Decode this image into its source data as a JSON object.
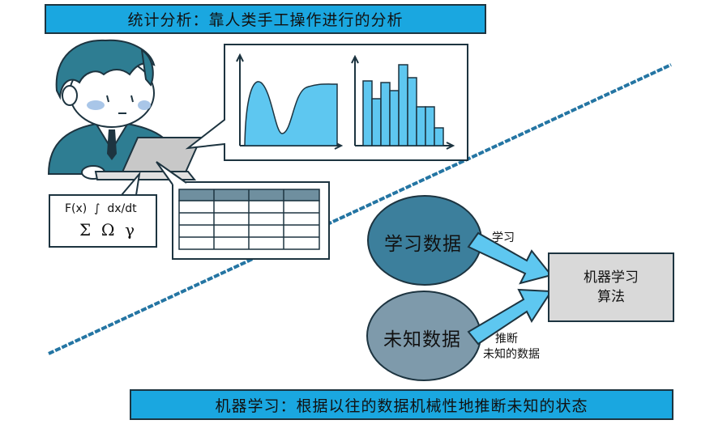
{
  "top_banner": "统计分析：靠人类手工操作进行的分析",
  "bottom_banner": "机器学习：根据以往的数据机械性地推断未知的状态",
  "formula": {
    "line1": "F(x)  ∫  dx/dt",
    "line2": "Σ  Ω  γ"
  },
  "learning_data": "学习数据",
  "unknown_data": "未知数据",
  "learn_label": "学习",
  "infer_label": {
    "line1": "推断",
    "line2": "未知的数据"
  },
  "algorithm": {
    "line1": "机器学习",
    "line2": "算法"
  },
  "colors": {
    "banner": "#1aa7e0",
    "chart_fill": "#5ec7f0",
    "learning_ellipse": "#3c7f9c",
    "unknown_ellipse": "#7e9aab",
    "arrow": "#5ec7f0",
    "algorithm_box": "#d9d9d9",
    "divider": "#2475a3"
  }
}
